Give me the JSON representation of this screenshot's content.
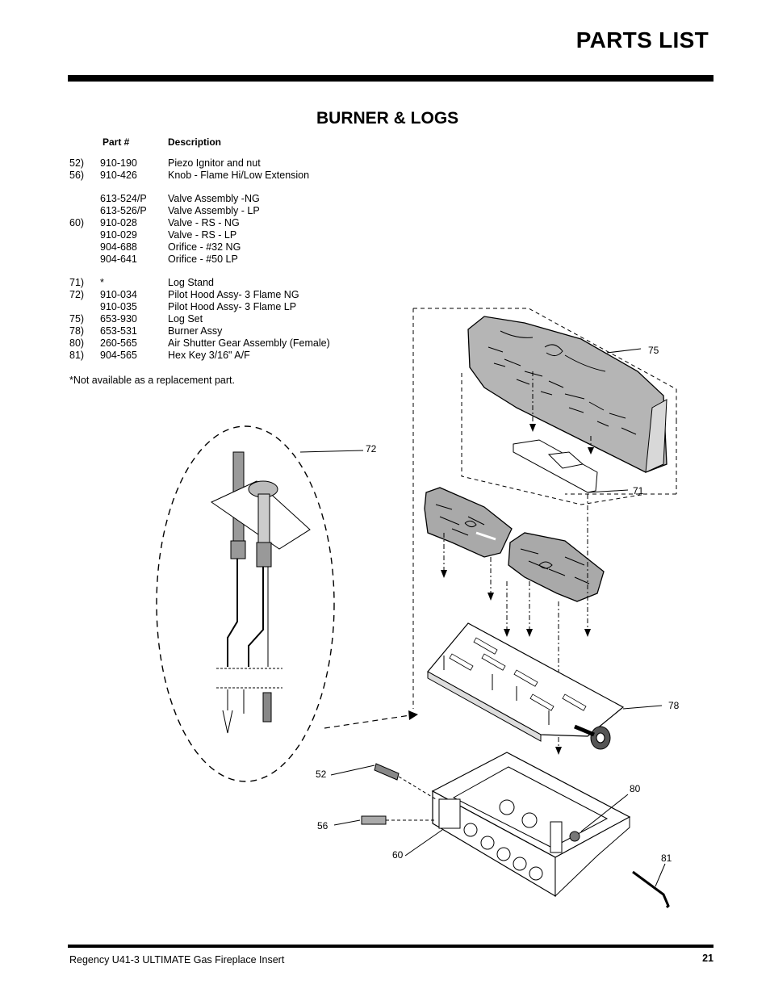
{
  "header": {
    "title": "PARTS LIST"
  },
  "section": {
    "title": "BURNER & LOGS"
  },
  "columns": {
    "part": "Part #",
    "description": "Description"
  },
  "parts": [
    {
      "ref": "52)",
      "part": "910-190",
      "desc": "Piezo Ignitor and nut"
    },
    {
      "ref": "56)",
      "part": "910-426",
      "desc": "Knob - Flame Hi/Low Extension"
    },
    {
      "ref": "",
      "part": "",
      "desc": ""
    },
    {
      "ref": "",
      "part": "613-524/P",
      "desc": "Valve  Assembly -NG"
    },
    {
      "ref": "",
      "part": "613-526/P",
      "desc": "Valve Assembly - LP"
    },
    {
      "ref": "60)",
      "part": "910-028",
      "desc": "Valve - RS - NG"
    },
    {
      "ref": "",
      "part": "910-029",
      "desc": "Valve - RS - LP"
    },
    {
      "ref": "",
      "part": "904-688",
      "desc": "Orifice - #32 NG"
    },
    {
      "ref": "",
      "part": "904-641",
      "desc": "Orifice - #50 LP"
    },
    {
      "ref": "",
      "part": "",
      "desc": ""
    },
    {
      "ref": "71)",
      "part": "*",
      "desc": "Log Stand"
    },
    {
      "ref": "72)",
      "part": "910-034",
      "desc": "Pilot Hood Assy- 3 Flame NG"
    },
    {
      "ref": "",
      "part": "910-035",
      "desc": "Pilot Hood Assy- 3 Flame LP"
    },
    {
      "ref": "75)",
      "part": "653-930",
      "desc": "Log Set"
    },
    {
      "ref": "78)",
      "part": "653-531",
      "desc": "Burner Assy"
    },
    {
      "ref": "80)",
      "part": "260-565",
      "desc": "Air Shutter Gear Assembly (Female)"
    },
    {
      "ref": "81)",
      "part": "904-565",
      "desc": "Hex Key 3/16\" A/F"
    }
  ],
  "footnote": "*Not available as a replacement part.",
  "callouts": [
    "75",
    "72",
    "71",
    "78",
    "52",
    "80",
    "56",
    "60",
    "81"
  ],
  "footer": {
    "text": "Regency U41-3 ULTIMATE Gas Fireplace Insert",
    "page": "21"
  }
}
